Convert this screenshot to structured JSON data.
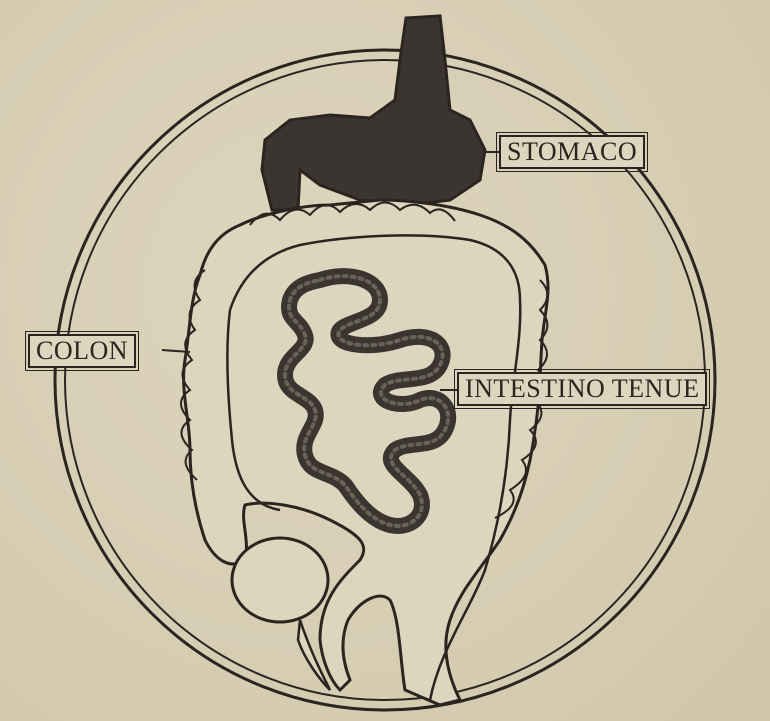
{
  "labels": {
    "stomach": "STOMACO",
    "colon": "COLON",
    "small_intestine": "INTESTINO TENUE"
  },
  "colors": {
    "paper": "#d8cfb6",
    "ink": "#2a2520",
    "organ_fill": "#3a3530"
  }
}
